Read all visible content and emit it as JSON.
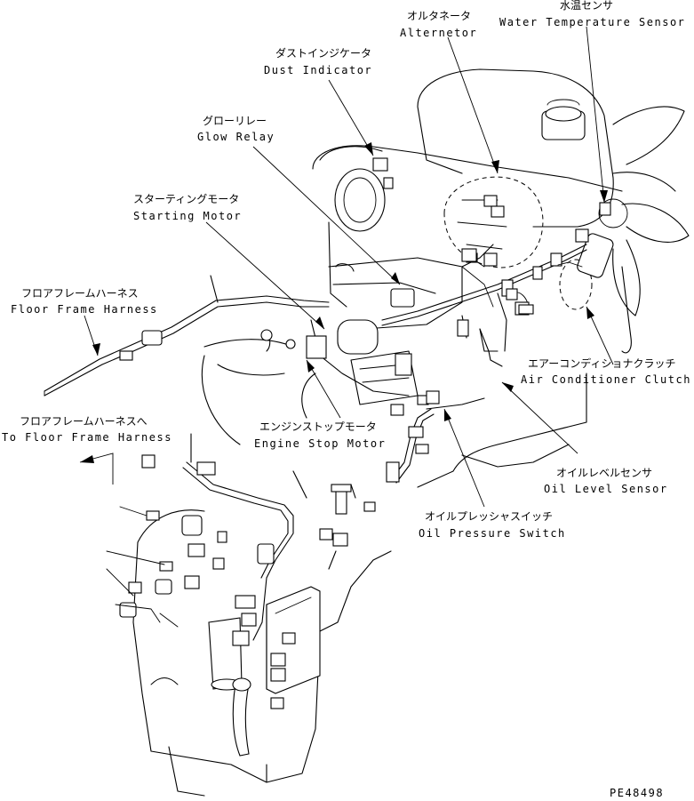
{
  "labels": {
    "alternator": {
      "jp": "オルタネータ",
      "en": "Alternetor"
    },
    "water_temp": {
      "jp": "水温センサ",
      "en": "Water Temperature Sensor"
    },
    "dust_indicator": {
      "jp": "ダストインジケータ",
      "en": "Dust Indicator"
    },
    "glow_relay": {
      "jp": "グローリレー",
      "en": "Glow Relay"
    },
    "starting_motor": {
      "jp": "スターティングモータ",
      "en": "Starting Motor"
    },
    "floor_frame_harness": {
      "jp": "フロアフレームハーネス",
      "en": "Floor Frame Harness"
    },
    "air_conditioner_clutch": {
      "jp": "エアーコンディショナクラッチ",
      "en": "Air Conditioner Clutch"
    },
    "to_floor_frame_harness": {
      "jp": "フロアフレームハーネスへ",
      "en": "To Floor Frame Harness"
    },
    "engine_stop_motor": {
      "jp": "エンジンストップモータ",
      "en": "Engine Stop Motor"
    },
    "oil_level_sensor": {
      "jp": "オイルレベルセンサ",
      "en": "Oil Level Sensor"
    },
    "oil_pressure_switch": {
      "jp": "オイルプレッシャスイッチ",
      "en": "Oil Pressure Switch"
    }
  },
  "drawing_number": "PE48498"
}
